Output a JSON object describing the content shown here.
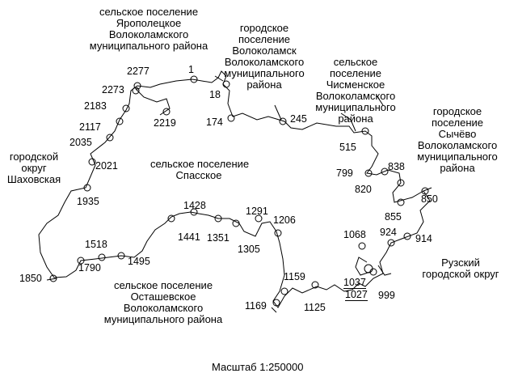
{
  "regions": {
    "yaropolets": [
      "сельское поселение",
      "Ярополецкое",
      "Волоколамского",
      "муниципального района"
    ],
    "volokolamsk": [
      "городское",
      "поселение",
      "Волоколамск",
      "Волоколамского",
      "муниципального",
      "района"
    ],
    "chismenskoe": [
      "сельское",
      "поселение",
      "Чисменское",
      "Волоколамского",
      "муниципального",
      "района"
    ],
    "sychyovo": [
      "городское",
      "поселение",
      "Сычёво",
      "Волоколамского",
      "муниципального",
      "района"
    ],
    "shakhovskaya": [
      "городской",
      "округ",
      "Шаховская"
    ],
    "spasskoe": [
      "сельское поселение",
      "Спасское"
    ],
    "ostashevskoe": [
      "сельское поселение",
      "Осташевское",
      "Волоколамского",
      "муниципального района"
    ],
    "ruzsky": [
      "Рузский",
      "городской округ"
    ]
  },
  "points": {
    "p1": "1",
    "p18": "18",
    "p2277": "2277",
    "p2273": "2273",
    "p2183": "2183",
    "p2219": "2219",
    "p2117": "2117",
    "p2035": "2035",
    "p2021": "2021",
    "p1935": "1935",
    "p174": "174",
    "p245": "245",
    "p515": "515",
    "p838": "838",
    "p799": "799",
    "p820": "820",
    "p850": "850",
    "p855": "855",
    "p924": "924",
    "p914": "914",
    "p1428": "1428",
    "p1441": "1441",
    "p1351": "1351",
    "p1291": "1291",
    "p1206": "1206",
    "p1305": "1305",
    "p1518": "1518",
    "p1495": "1495",
    "p1790": "1790",
    "p1850": "1850",
    "p1068": "1068",
    "p1159": "1159",
    "p1169": "1169",
    "p1125": "1125",
    "p1037": "1037",
    "p1027": "1027",
    "p999": "999"
  },
  "scale": "Масштаб 1:250000"
}
